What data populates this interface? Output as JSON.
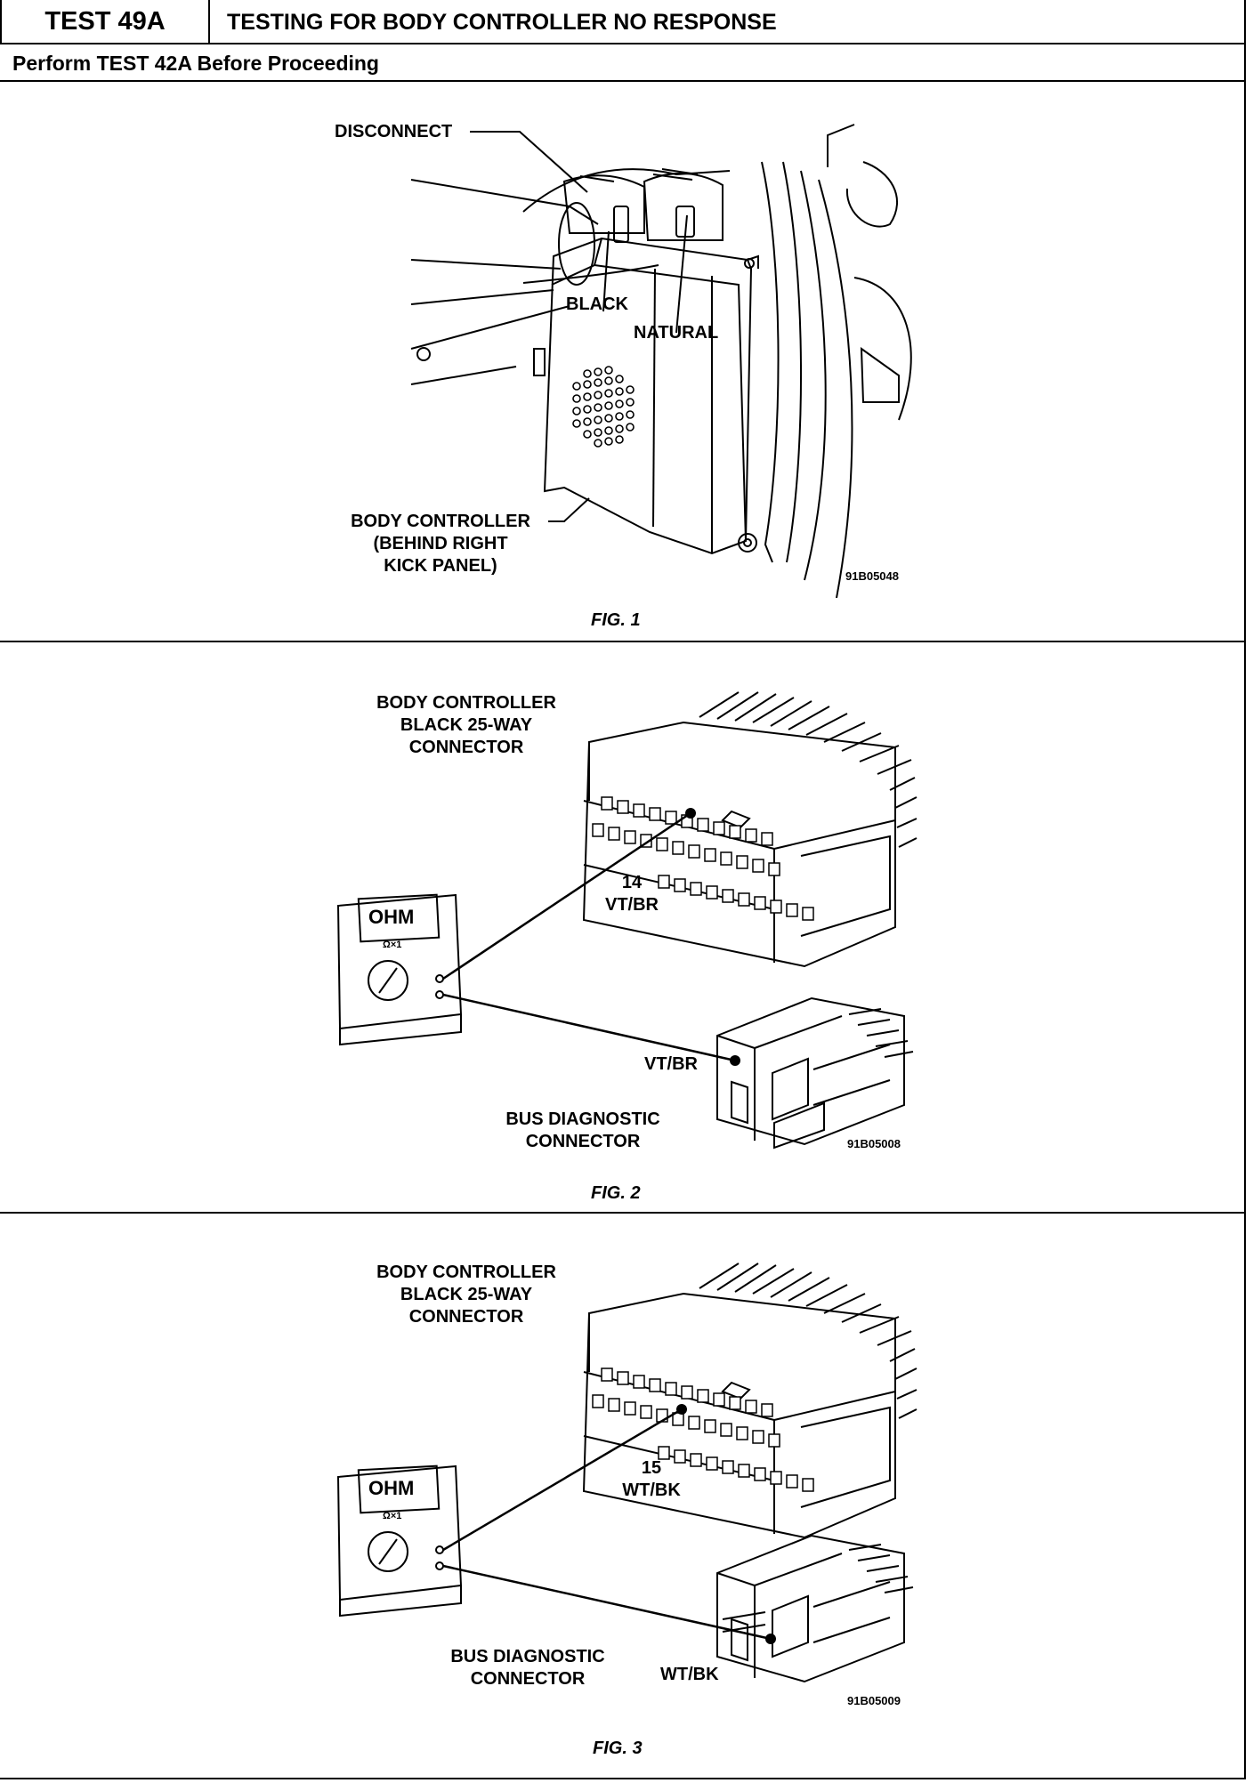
{
  "header": {
    "test_number": "TEST 49A",
    "test_title": "TESTING FOR BODY CONTROLLER NO RESPONSE",
    "prerequisite": "Perform TEST 42A Before Proceeding"
  },
  "figures": [
    {
      "caption": "FIG. 1",
      "code": "91B05048",
      "labels": {
        "disconnect": "DISCONNECT",
        "black": "BLACK",
        "natural": "NATURAL",
        "controller_1": "BODY CONTROLLER",
        "controller_2": "(BEHIND RIGHT",
        "controller_3": "KICK PANEL)"
      }
    },
    {
      "caption": "FIG. 2",
      "code": "91B05008",
      "labels": {
        "connector_1": "BODY CONTROLLER",
        "connector_2": "BLACK 25-WAY",
        "connector_3": "CONNECTOR",
        "pin_number": "14",
        "pin_wire": "VT/BR",
        "diag_wire": "VT/BR",
        "diag_1": "BUS DIAGNOSTIC",
        "diag_2": "CONNECTOR",
        "meter_display": "OHM",
        "meter_scale": "Ω×1"
      }
    },
    {
      "caption": "FIG. 3",
      "code": "91B05009",
      "labels": {
        "connector_1": "BODY CONTROLLER",
        "connector_2": "BLACK 25-WAY",
        "connector_3": "CONNECTOR",
        "pin_number": "15",
        "pin_wire": "WT/BK",
        "diag_wire": "WT/BK",
        "diag_1": "BUS DIAGNOSTIC",
        "diag_2": "CONNECTOR",
        "meter_display": "OHM",
        "meter_scale": "Ω×1"
      }
    }
  ]
}
